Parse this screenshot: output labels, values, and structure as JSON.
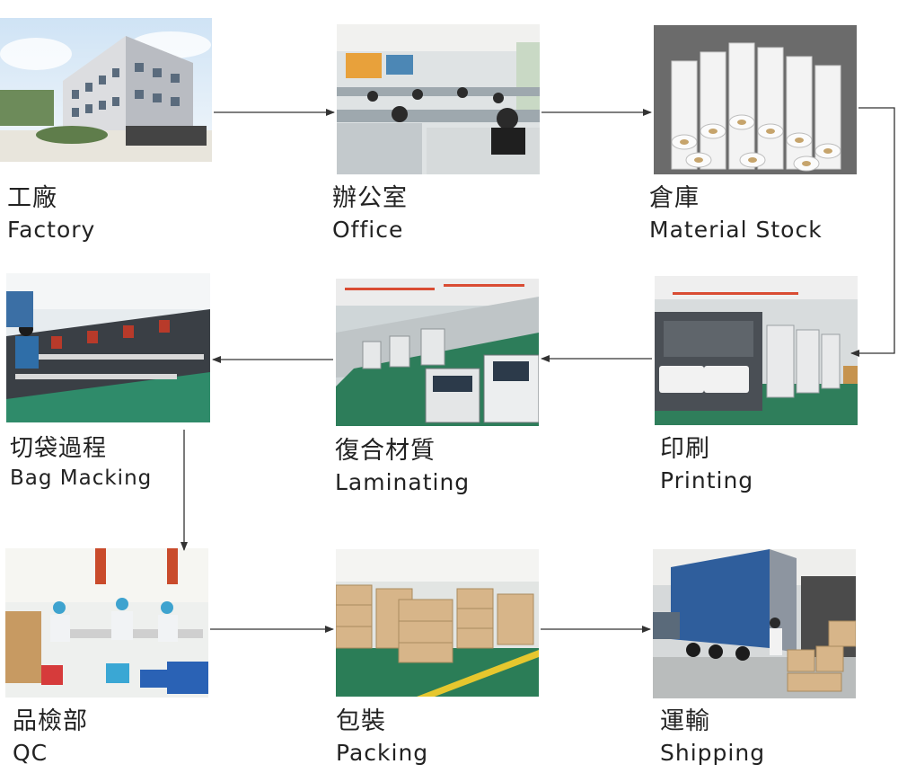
{
  "steps": [
    {
      "zh": "工廠",
      "en": "Factory"
    },
    {
      "zh": "辦公室",
      "en": "Office"
    },
    {
      "zh": "倉庫",
      "en": "Material Stock"
    },
    {
      "zh": "印刷",
      "en": "Printing"
    },
    {
      "zh": "復合材質",
      "en": "Laminating"
    },
    {
      "zh": "切袋過程",
      "en": "Bag Macking"
    },
    {
      "zh": "品檢部",
      "en": "QC"
    },
    {
      "zh": "包裝",
      "en": "Packing"
    },
    {
      "zh": "運輸",
      "en": "Shipping"
    }
  ],
  "colors": {
    "arrow": "#333333",
    "text": "#222222"
  }
}
